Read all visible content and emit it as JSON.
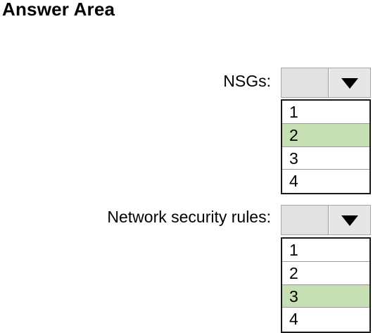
{
  "title": "Answer Area",
  "colors": {
    "selected_option_bg": "#c6e0b4",
    "dropdown_bg": "#e2e2e2",
    "list_border": "#1a1a1a"
  },
  "questions": [
    {
      "label": "NSGs:",
      "selected_value": "",
      "options": [
        {
          "label": "1",
          "highlighted": false
        },
        {
          "label": "2",
          "highlighted": true
        },
        {
          "label": "3",
          "highlighted": false
        },
        {
          "label": "4",
          "highlighted": false
        }
      ]
    },
    {
      "label": "Network security rules:",
      "selected_value": "",
      "options": [
        {
          "label": "1",
          "highlighted": false
        },
        {
          "label": "2",
          "highlighted": false
        },
        {
          "label": "3",
          "highlighted": true
        },
        {
          "label": "4",
          "highlighted": false
        }
      ]
    }
  ]
}
